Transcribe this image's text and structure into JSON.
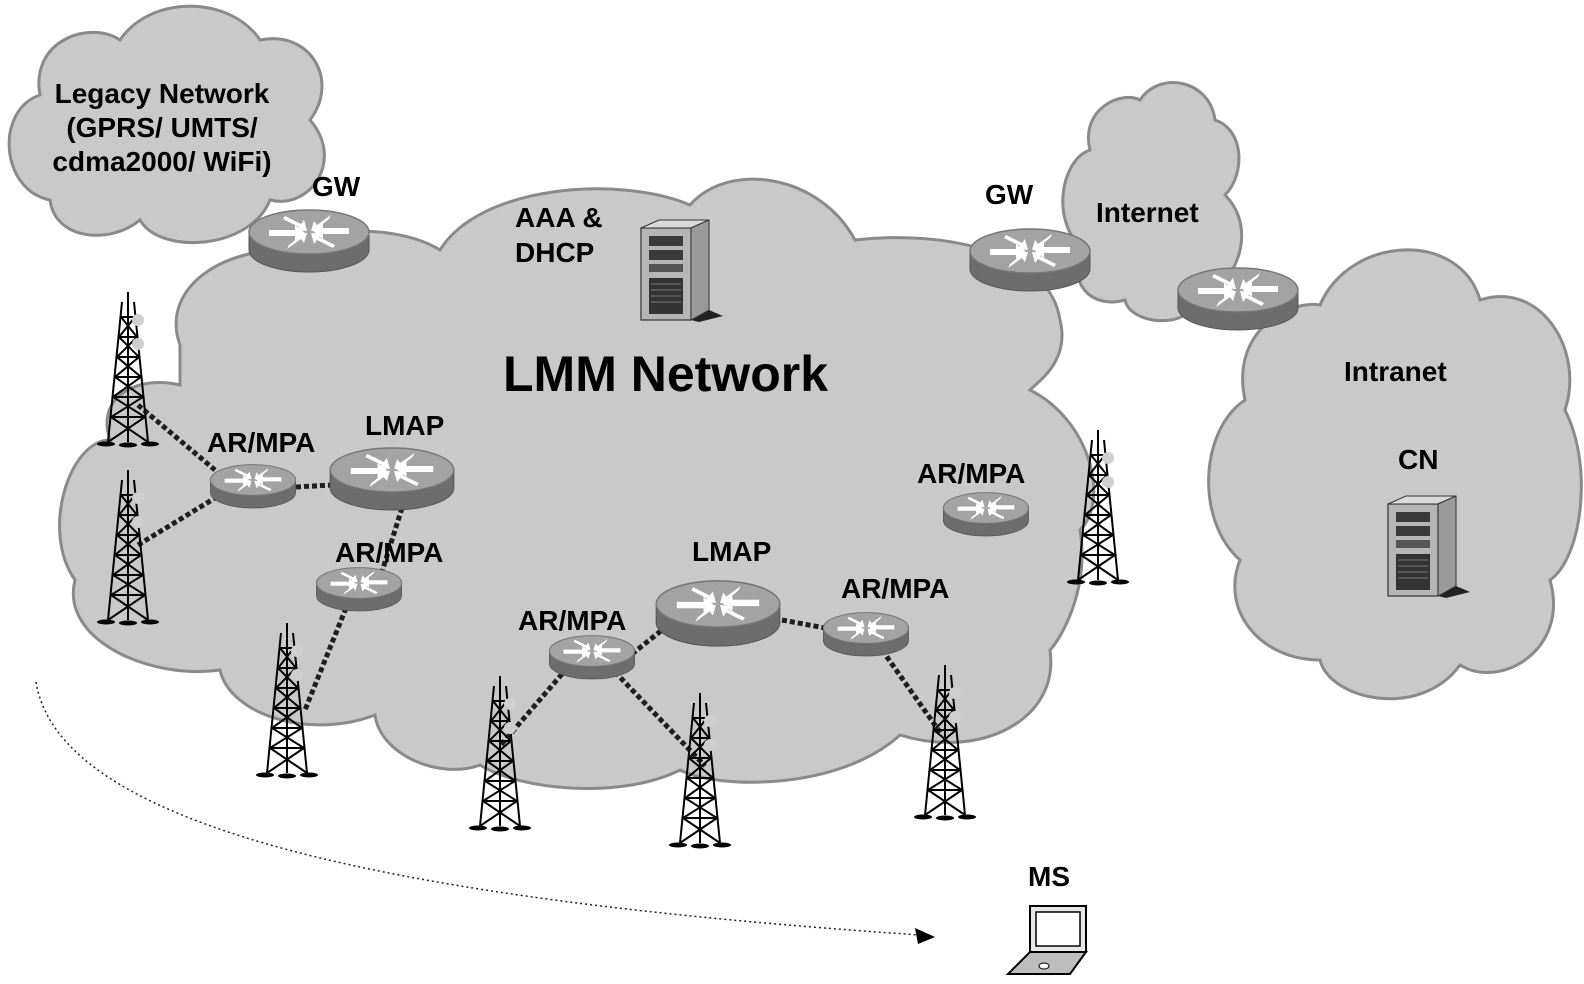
{
  "clouds": {
    "legacy": {
      "label_lines": [
        "Legacy Network",
        "(GPRS/ UMTS/",
        "cdma2000/ WiFi)"
      ]
    },
    "lmm": {
      "label": "LMM Network"
    },
    "internet": {
      "label": "Internet"
    },
    "intranet": {
      "label": "Intranet"
    }
  },
  "labels": {
    "gw_left": "GW",
    "gw_right": "GW",
    "aaa_line1": "AAA &",
    "aaa_line2": "DHCP",
    "lmap_left": "LMAP",
    "lmap_center": "LMAP",
    "armpa_a": "AR/MPA",
    "armpa_b": "AR/MPA",
    "armpa_c": "AR/MPA",
    "armpa_d": "AR/MPA",
    "armpa_e": "AR/MPA",
    "cn": "CN",
    "ms": "MS"
  },
  "icons": {
    "router": "router-icon",
    "server": "server-icon",
    "tower": "cell-tower-icon",
    "laptop": "laptop-icon"
  },
  "colors": {
    "cloud_fill": "#c9c9c9",
    "cloud_stroke": "#8a8a8a",
    "router_top": "#9a9a9a",
    "router_side": "#6d6d6d"
  }
}
